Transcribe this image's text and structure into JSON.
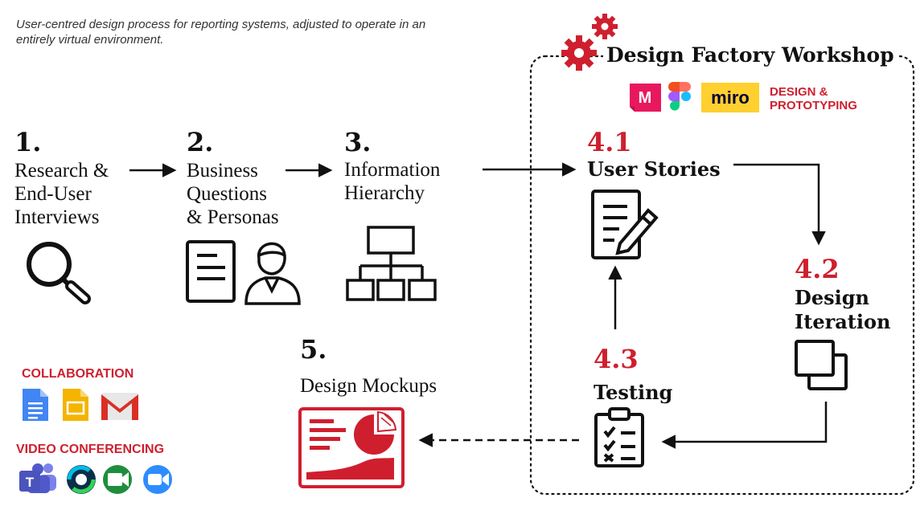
{
  "caption": "User-centred design process for reporting systems, adjusted to operate in an entirely virtual environment.",
  "workshop": {
    "title": "Design Factory Workshop",
    "tools_label": "DESIGN &\nPROTOTYPING",
    "miro_label": "miro",
    "marvel_label": "M"
  },
  "steps": [
    {
      "num": "1.",
      "label": "Research &\nEnd-User\nInterviews",
      "icon": "magnifier-icon"
    },
    {
      "num": "2.",
      "label": "Business\nQuestions\n& Personas",
      "icon": "document-person-icon"
    },
    {
      "num": "3.",
      "label": "Information\nHierarchy",
      "icon": "hierarchy-icon"
    },
    {
      "num": "4.1",
      "label": "User Stories",
      "icon": "document-pencil-icon"
    },
    {
      "num": "4.2",
      "label": "Design\nIteration",
      "icon": "overlapping-squares-icon"
    },
    {
      "num": "4.3",
      "label": "Testing",
      "icon": "clipboard-checklist-icon"
    },
    {
      "num": "5.",
      "label": "Design Mockups",
      "icon": "mockup-icon"
    }
  ],
  "tools": {
    "collaboration_label": "COLLABORATION",
    "video_label": "VIDEO CONFERENCING",
    "collaboration_icons": [
      "google-docs-icon",
      "google-slides-icon",
      "gmail-icon"
    ],
    "video_icons": [
      "teams-icon",
      "webex-icon",
      "meet-icon",
      "zoom-icon"
    ]
  },
  "colors": {
    "accent": "#cf1f2e",
    "text": "#111111"
  }
}
